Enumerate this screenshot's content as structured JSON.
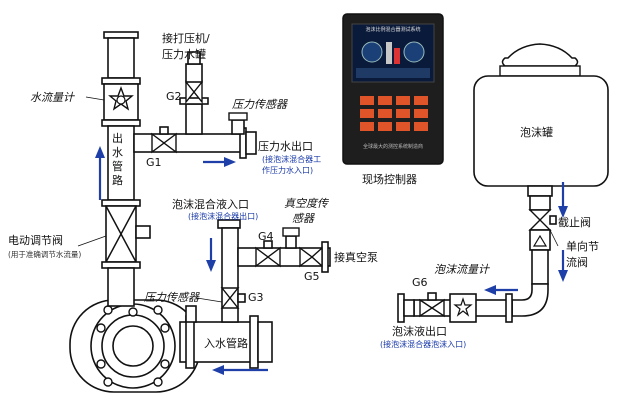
{
  "labels": {
    "water_flowmeter": "水流量计",
    "outlet_pipe": [
      "出",
      "水",
      "管",
      "路"
    ],
    "to_pump": [
      "接打压机/",
      "压力水罐"
    ],
    "g2": "G2",
    "pressure_sensor_top": "压力传感器",
    "g1": "G1",
    "pressure_water_outlet": "压力水出口",
    "pressure_water_outlet_note": [
      "(接泡沫混合器工",
      "作压力水入口)"
    ],
    "electric_valve": "电动调节阀",
    "electric_valve_note": "(用于准确调节水流量)",
    "foam_mix_inlet": "泡沫混合液入口",
    "foam_mix_inlet_note": "(接泡沫混合器出口)",
    "vacuum_sensor": [
      "真空度传",
      "感器"
    ],
    "g4": "G4",
    "g5": "G5",
    "vacuum_pump": "接真空泵",
    "g3": "G3",
    "pressure_sensor_bottom": "压力传感器",
    "water_inlet": "入水管路",
    "controller": "现场控制器",
    "foam_tank": "泡沫罐",
    "stop_valve": "截止阀",
    "check_valve": [
      "单向节",
      "流阀"
    ],
    "g6": "G6",
    "foam_flowmeter": "泡沫流量计",
    "foam_outlet": "泡沫液出口",
    "foam_outlet_note": "(接泡沫混合器泡沫入口)"
  },
  "controller_screen": {
    "header": "泡沫比例混合器测试系统",
    "footer": "全球最大的测控系统制造商"
  },
  "colors": {
    "flow_arrow": "#1f3fa8",
    "note_text": "#1a3aa8",
    "controller_body": "#1e1e1e",
    "controller_keys": "#e0542a"
  }
}
